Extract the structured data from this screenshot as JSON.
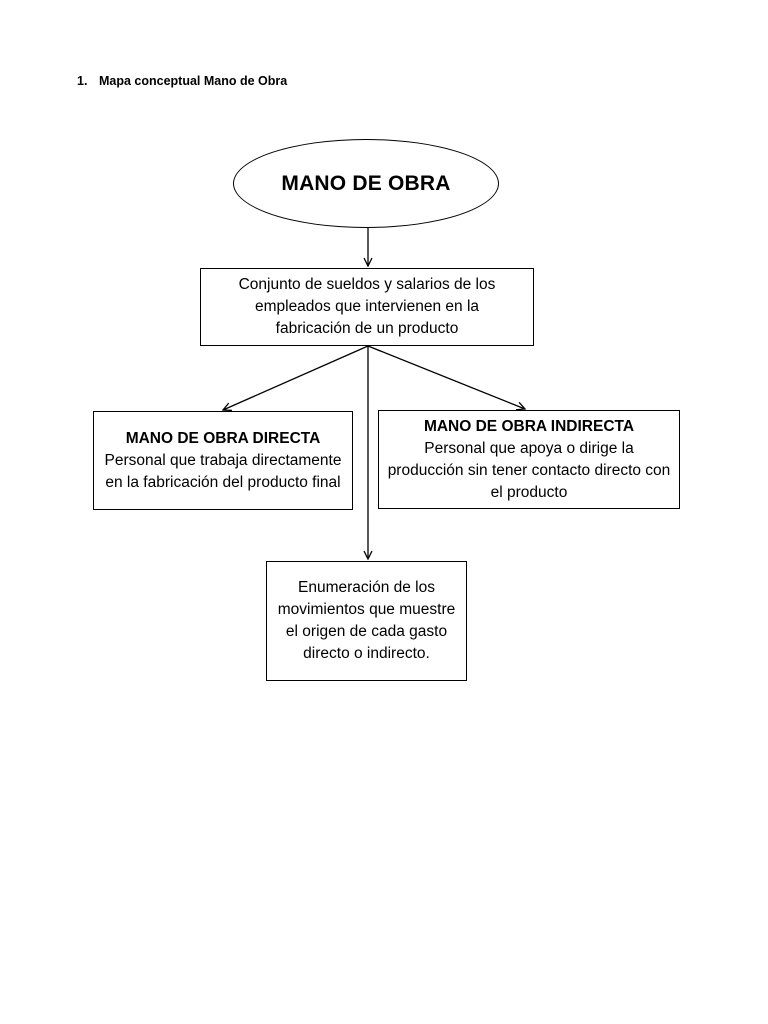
{
  "heading": {
    "number": "1.",
    "text": "Mapa conceptual Mano de Obra"
  },
  "root": {
    "title": "MANO DE OBRA"
  },
  "definition": {
    "text": "Conjunto de sueldos y salarios de los empleados que intervienen en la fabricación de un producto"
  },
  "directa": {
    "title": "MANO DE OBRA DIRECTA",
    "text": "Personal que trabaja directamente en la fabricación del producto final"
  },
  "indirecta": {
    "title": "MANO DE OBRA INDIRECTA",
    "text": "Personal que apoya o dirige la producción sin tener contacto directo con el producto"
  },
  "enumeracion": {
    "text": "Enumeración de los movimientos que muestre el origen de cada gasto directo o indirecto."
  },
  "colors": {
    "line": "#000000",
    "background": "#ffffff"
  }
}
